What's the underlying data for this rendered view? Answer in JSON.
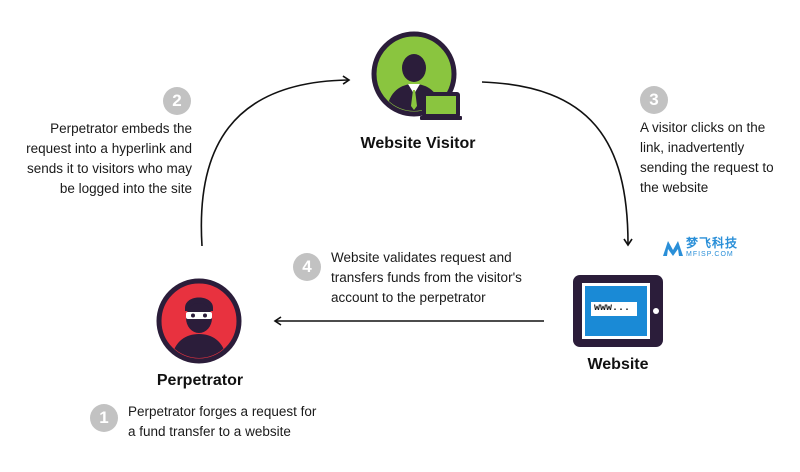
{
  "nodes": {
    "visitor": {
      "label": "Website Visitor"
    },
    "website": {
      "label": "Website",
      "screen_text": "www..."
    },
    "perpetrator": {
      "label": "Perpetrator"
    }
  },
  "steps": [
    {
      "number": "1",
      "text": [
        "Perpetrator forges a request for",
        "a fund transfer to a website"
      ]
    },
    {
      "number": "2",
      "text": [
        "Perpetrator embeds the",
        "request into a hyperlink  and",
        "sends it to visitors who may",
        "be logged into the site"
      ]
    },
    {
      "number": "3",
      "text": [
        "A visitor clicks on the",
        "link, inadvertently",
        "sending the request to",
        "the website"
      ]
    },
    {
      "number": "4",
      "text": [
        "Website validates request and",
        "transfers funds from the visitor's",
        "account to the  perpetrator"
      ]
    }
  ],
  "watermark": {
    "main": "梦飞科技",
    "sub": "MFISP.COM"
  },
  "colors": {
    "visitor_bg": "#8ac53f",
    "perpetrator_bg": "#e8323f",
    "ring": "#2b1d3a",
    "badge": "#c2c2c2",
    "screen": "#1a8ad6",
    "watermark": "#2a8fd8"
  }
}
